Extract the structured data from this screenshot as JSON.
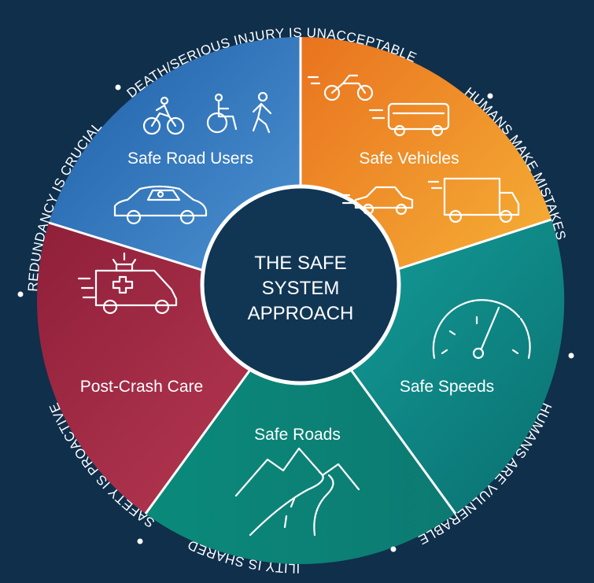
{
  "diagram": {
    "center_title_lines": [
      "THE SAFE",
      "SYSTEM",
      "APPROACH"
    ],
    "segments": [
      {
        "label": "Safe Road Users",
        "color": "#3d82c4"
      },
      {
        "label": "Safe Vehicles",
        "color": "#f09a2a"
      },
      {
        "label": "Safe Speeds",
        "color": "#0c8d8c"
      },
      {
        "label": "Safe Roads",
        "color": "#0b8378"
      },
      {
        "label": "Post-Crash Care",
        "color": "#a82d47"
      }
    ],
    "principles": [
      "DEATH/SERIOUS INJURY IS UNACCEPTABLE",
      "HUMANS MAKE MISTAKES",
      "HUMANS ARE VULNERABLE",
      "RESPONSIBILITY IS SHARED",
      "SAFETY IS PROACTIVE",
      "REDUNDANCY IS CRUCIAL"
    ],
    "icons": [
      "cyclist-icon",
      "wheelchair-icon",
      "pedestrian-icon",
      "car-driver-icon",
      "motorcycle-icon",
      "bus-icon",
      "car-icon",
      "truck-icon",
      "speedometer-icon",
      "mountain-road-icon",
      "ambulance-icon"
    ]
  }
}
